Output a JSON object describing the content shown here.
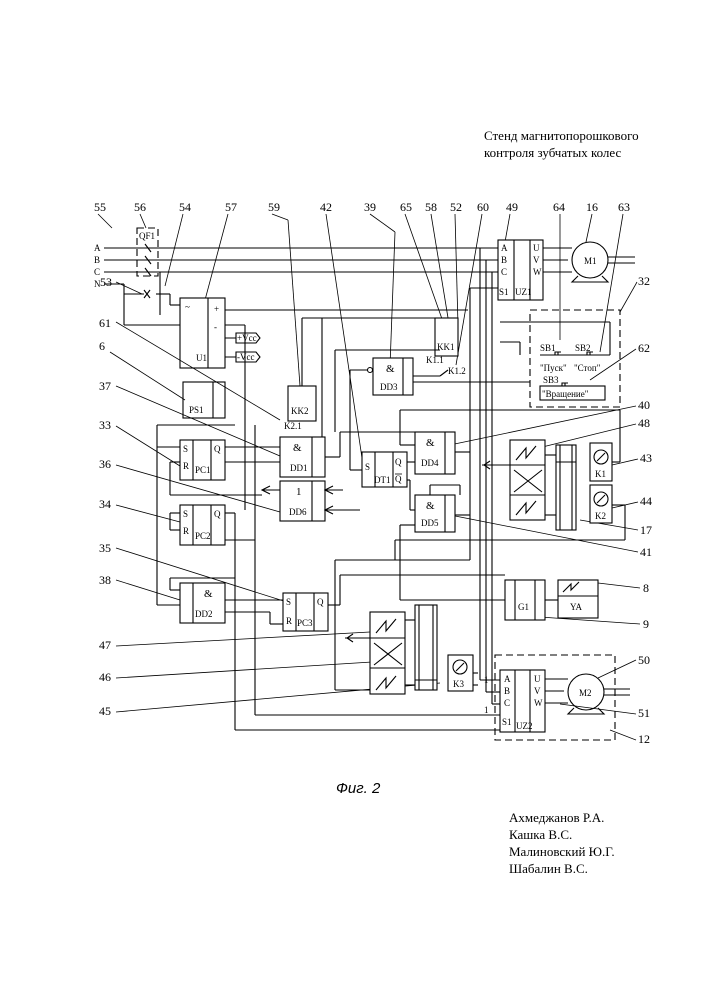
{
  "header": {
    "title_line1": "Стенд магнитопорошкового",
    "title_line2": "контроля зубчатых колес"
  },
  "caption": "Фиг. 2",
  "authors": [
    "Ахмеджанов Р.А.",
    "Кашка В.С.",
    "Малиновский Ю.Г.",
    "Шабалин В.С."
  ],
  "phases": [
    "A",
    "B",
    "C",
    "N"
  ],
  "blocks": {
    "qf1": "QF1",
    "u1": "U1",
    "ps1": "PS1",
    "kk2": "KK2",
    "kk1": "KK1",
    "dd3": "DD3",
    "dd1": "DD1",
    "dd6": "DD6",
    "dd4": "DD4",
    "dd5": "DD5",
    "dt1": "DT1",
    "pc1": "PC1",
    "pc2": "PC2",
    "pc3": "PC3",
    "dd2": "DD2",
    "uz1": "UZ1",
    "uz2": "UZ2",
    "g1": "G1",
    "ya": "YA",
    "m1": "M1",
    "m2": "M2",
    "k1": "K1",
    "k2": "K2",
    "k3": "K3"
  },
  "gate_symbols": {
    "and": "&",
    "or": "1"
  },
  "pins": {
    "s": "S",
    "r": "R",
    "q": "Q",
    "s1": "S1",
    "a": "A",
    "b": "B",
    "c": "C",
    "u": "U",
    "v": "V",
    "w": "W",
    "one": "1",
    "plus": "+",
    "minus": "-",
    "tilde": "~"
  },
  "power_labels": {
    "plus_vcc": "+Vcc",
    "minus_vcc": "-Vcc"
  },
  "contacts": {
    "k11": "K1.1",
    "k12": "K1.2",
    "k21": "K2.1"
  },
  "switches": {
    "sb1": "SB1",
    "sb2": "SB2",
    "sb3": "SB3",
    "start": "\"Пуск\"",
    "stop": "\"Стоп\"",
    "rotation": "\"Вращение\""
  },
  "ref_numbers": {
    "n55": "55",
    "n56": "56",
    "n54": "54",
    "n57": "57",
    "n59": "59",
    "n42": "42",
    "n39": "39",
    "n65": "65",
    "n58": "58",
    "n52": "52",
    "n60": "60",
    "n49": "49",
    "n64": "64",
    "n16": "16",
    "n63": "63",
    "n53": "53",
    "n32": "32",
    "n61": "61",
    "n6": "6",
    "n62": "62",
    "n37": "37",
    "n40": "40",
    "n33": "33",
    "n48": "48",
    "n43": "43",
    "n36": "36",
    "n44": "44",
    "n34": "34",
    "n17": "17",
    "n41": "41",
    "n35": "35",
    "n38": "38",
    "n8": "8",
    "n9": "9",
    "n47": "47",
    "n50": "50",
    "n46": "46",
    "n45": "45",
    "n51": "51",
    "n12": "12"
  }
}
